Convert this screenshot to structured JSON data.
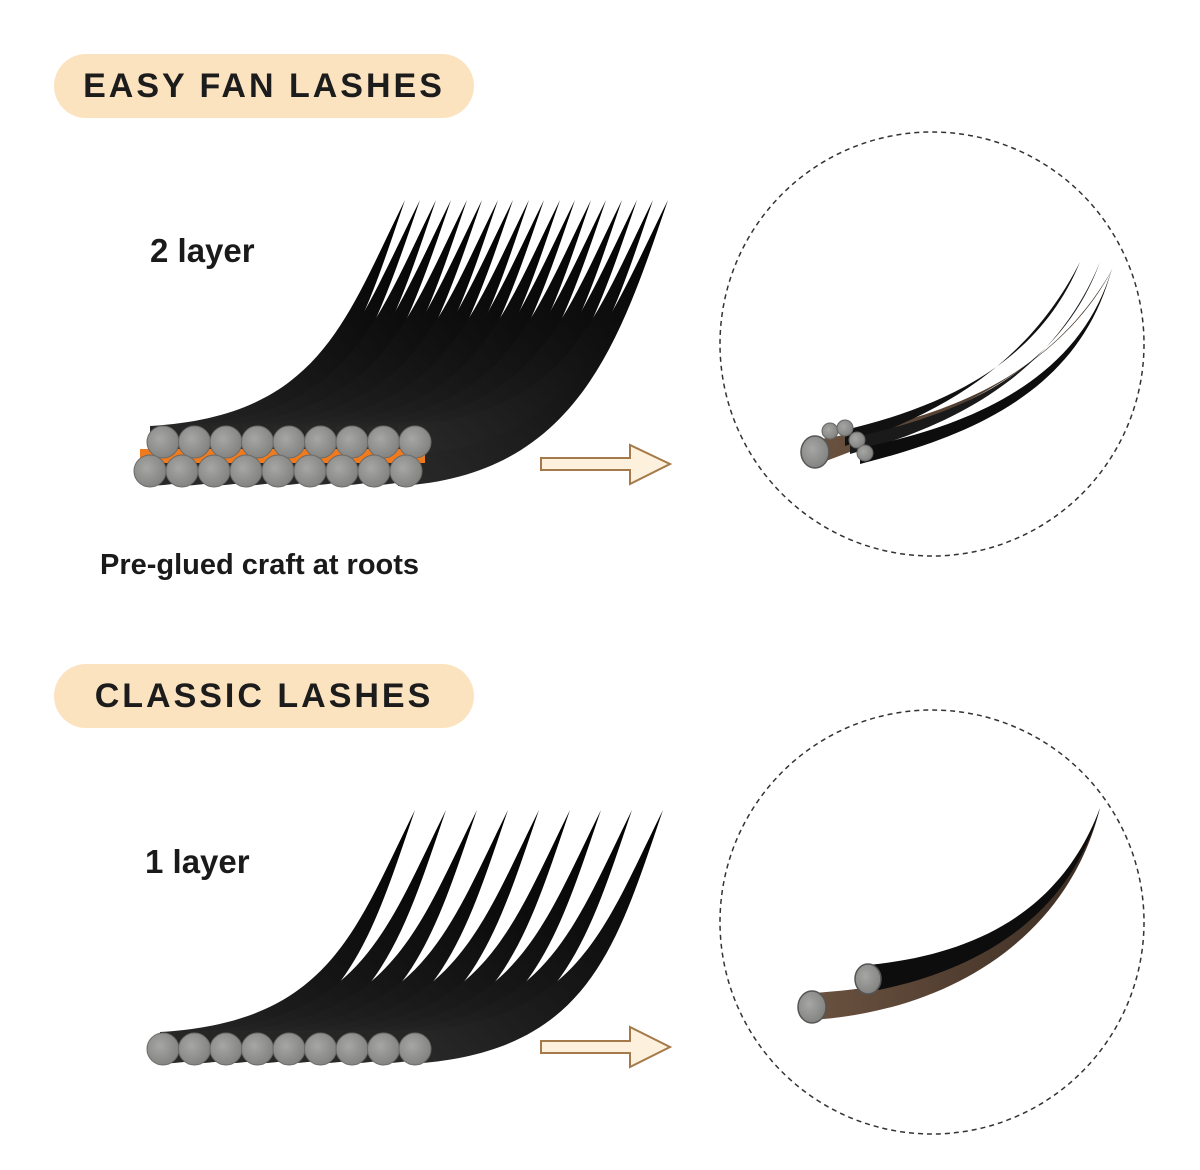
{
  "easy_fan": {
    "heading": "EASY FAN LASHES",
    "layer_label": "2 layer",
    "caption": "Pre-glued craft at roots"
  },
  "classic": {
    "heading": "CLASSIC LASHES",
    "layer_label": "1 layer"
  },
  "colors": {
    "pill_background": "#fbe3c0",
    "lash": "#111111",
    "lash_root": "#8e8e8c",
    "glue": "#f07a1e",
    "brown_lash": "#5a4432",
    "arrow_fill": "#fdf0dc",
    "arrow_stroke": "#a57a4a"
  }
}
